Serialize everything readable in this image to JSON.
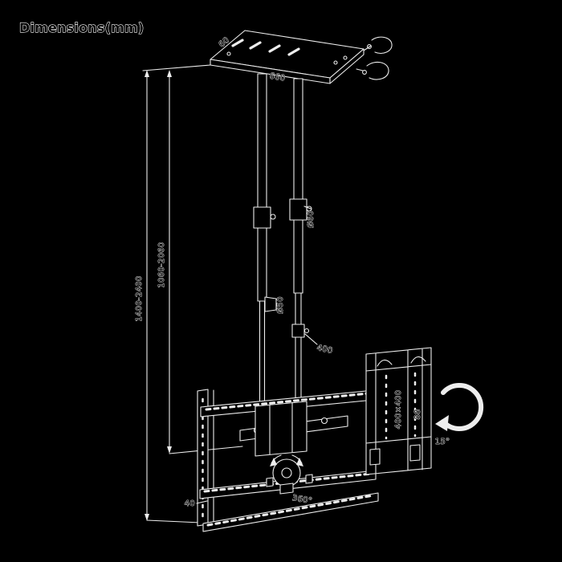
{
  "title": "Dimensions(mm)",
  "colors": {
    "background": "#000000",
    "line": "#ededed",
    "text_fill": "#000000",
    "text_halo": "#ffffff"
  },
  "labels": {
    "overall_height_range": "1400-2400",
    "pole_height_range": "1060-2060",
    "ceiling_plate_depth": "60",
    "ceiling_plate_width": "660",
    "upper_pole_diameter": "Ø60",
    "lower_pole_diameter": "Ø50",
    "vesa_width": "400",
    "vesa_pattern": "400×400",
    "bracket_depth": "88",
    "swivel_range": "360°",
    "tilt_range": "15°",
    "rail_offset": "40"
  }
}
